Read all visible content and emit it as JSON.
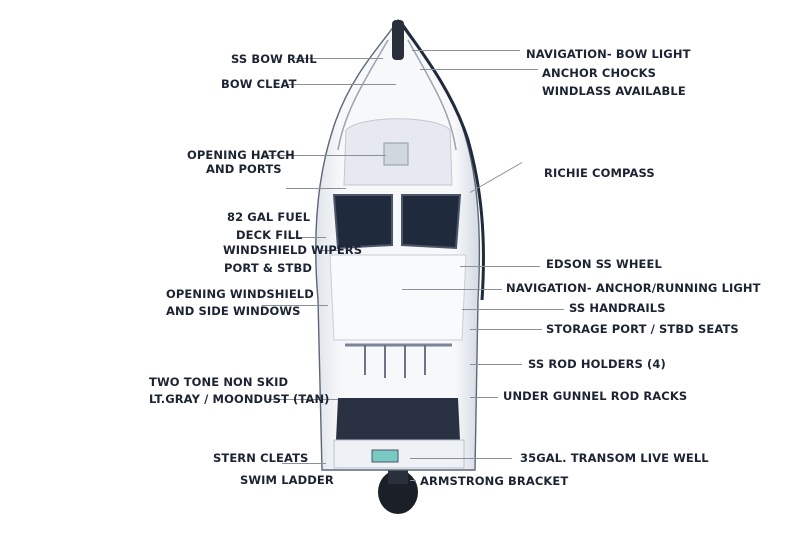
{
  "callouts": {
    "bow_rail": "SS  BOW RAIL",
    "bow_cleat": "BOW CLEAT",
    "opening_hatch": [
      "OPENING HATCH",
      "AND PORTS"
    ],
    "fuel": "82 GAL FUEL",
    "deck_fill": "DECK FILL",
    "wipers": "WINDSHIELD WIPERS",
    "port_stbd": "PORT & STBD",
    "opening_windshield": [
      "OPENING WINDSHIELD",
      "AND SIDE WINDOWS"
    ],
    "non_skid": [
      "TWO TONE NON SKID",
      "LT.GRAY / MOONDUST (TAN)"
    ],
    "stern_cleats": "STERN CLEATS",
    "swim_ladder": "SWIM LADDER",
    "nav_bow_light": "NAVIGATION- BOW LIGHT",
    "anchor_chocks": [
      "ANCHOR CHOCKS",
      "WINDLASS AVAILABLE"
    ],
    "compass": "RICHIE COMPASS",
    "wheel": "EDSON SS WHEEL",
    "nav_anchor": "NAVIGATION- ANCHOR/RUNNING LIGHT",
    "handrails": "SS HANDRAILS",
    "storage": "STORAGE PORT / STBD SEATS",
    "rod_holders": "SS ROD HOLDERS (4)",
    "rod_racks": "UNDER GUNNEL ROD RACKS",
    "live_well": "35GAL. TRANSOM LIVE WELL",
    "armstrong": "ARMSTRONG BRACKET"
  },
  "colors": {
    "label": "#1c2433",
    "hull": "#f4f6f9",
    "hull_shadow": "#c9d2de",
    "glass": "#1f2a3d",
    "line": "#8a9099",
    "cockpit_floor": "#2a3142"
  }
}
